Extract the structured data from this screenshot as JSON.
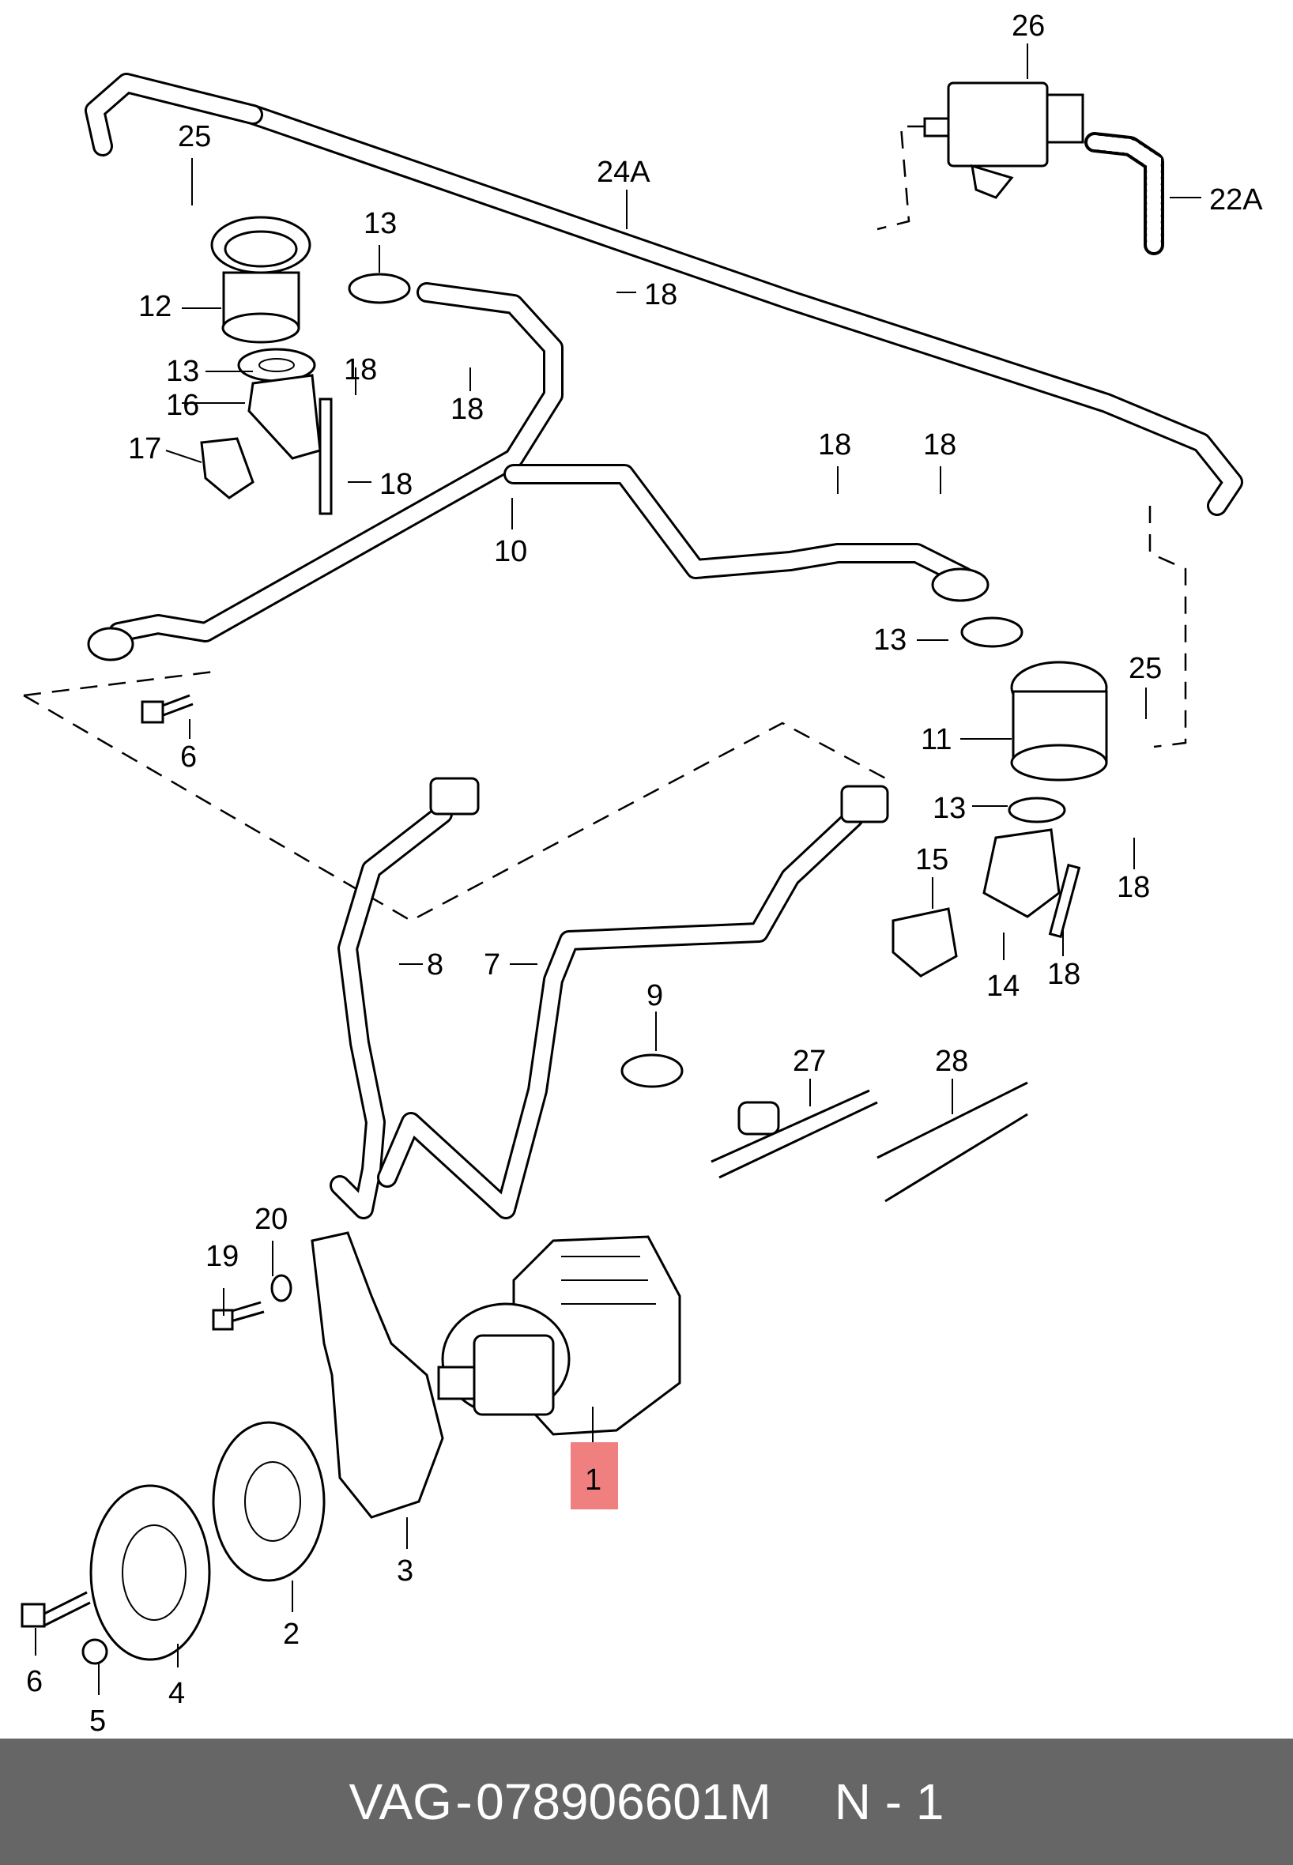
{
  "diagram": {
    "callouts": [
      "26",
      "22A",
      "24A",
      "25",
      "13",
      "12",
      "18",
      "13",
      "18",
      "16",
      "18",
      "17",
      "18",
      "10",
      "18",
      "18",
      "13",
      "25",
      "11",
      "6",
      "13",
      "15",
      "18",
      "14",
      "18",
      "8",
      "7",
      "9",
      "27",
      "28",
      "20",
      "19",
      "1",
      "3",
      "2",
      "6",
      "4",
      "5"
    ],
    "highlight_label": "1",
    "highlight_color": "#f08080"
  },
  "footer": {
    "brand": "VAG",
    "separator": "-",
    "part_number": "078906601M",
    "page_ref": "N - 1"
  }
}
